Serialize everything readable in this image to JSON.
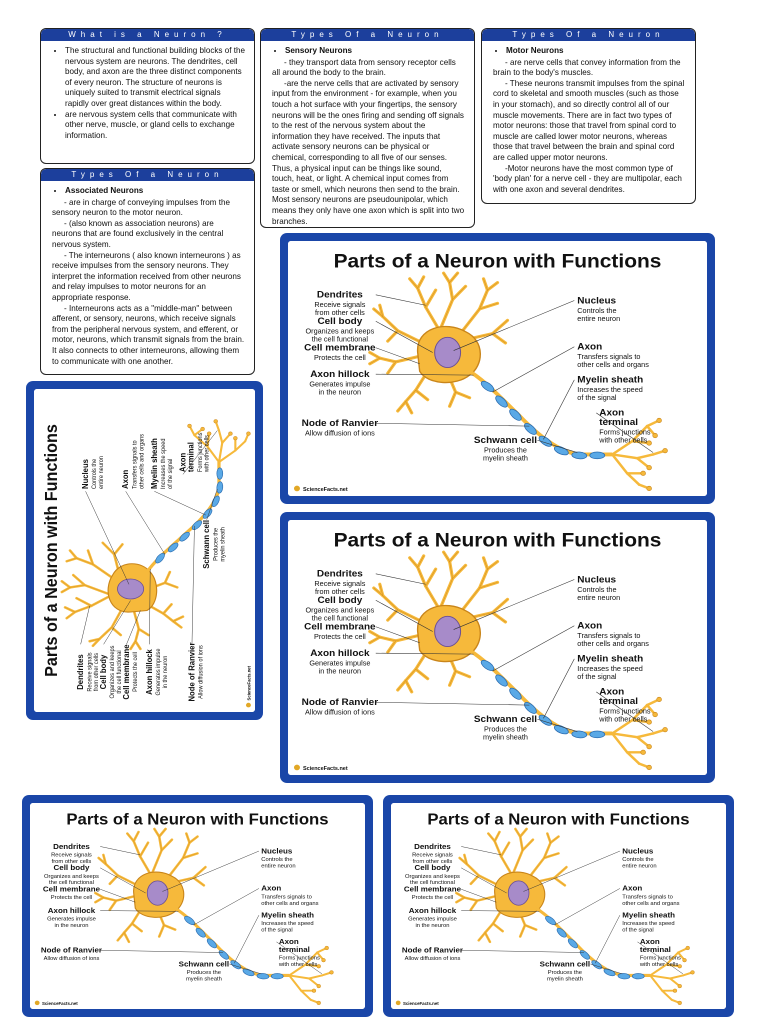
{
  "info": {
    "what": {
      "title": "What is a Neuron ?",
      "bullets": [
        "The structural and functional building blocks of the nervous system are neurons. The dendrites, cell body, and axon are the three distinct components of every neuron. The structure of neurons is uniquely suited to transmit electrical signals rapidly over great distances within the body.",
        "are nervous system cells that communicate with other nerve, muscle, or gland cells to exchange information."
      ]
    },
    "sensory": {
      "title": "Types Of a Neuron",
      "subtitle": "Sensory Neurons",
      "paras": [
        "- they transport data from sensory receptor cells all around the body to the brain.",
        "-are the nerve cells that are activated by sensory input from the environment - for example, when you touch a hot surface with your fingertips, the sensory neurons will be the ones firing and sending off signals to the rest of the nervous system about the information they have received. The inputs that activate sensory neurons can be physical or chemical, corresponding to all five of our senses. Thus, a physical input can be things like sound, touch, heat, or light. A chemical input comes from taste or smell, which neurons then send to the brain. Most sensory neurons are pseudounipolar, which means they only have one axon which is split into two branches."
      ]
    },
    "motor": {
      "title": "Types Of a Neuron",
      "subtitle": "Motor Neurons",
      "paras": [
        "- are nerve cells that convey information from the brain to the body's muscles.",
        "- These neurons transmit impulses from the spinal cord to skeletal and smooth muscles (such as those in your stomach), and so directly control all of our muscle movements. There are in fact two types of motor neurons: those that travel from spinal cord to muscle are called lower motor neurons, whereas those that travel between the brain and spinal cord are called upper motor neurons.",
        "-Motor neurons have the most common type of 'body plan' for a nerve cell - they are multipolar, each with one axon and several dendrites."
      ]
    },
    "associated": {
      "title": "Types Of a Neuron",
      "subtitle": "Associated Neurons",
      "paras": [
        "- are in charge of conveying impulses from the sensory neuron to the motor neuron.",
        "- (also known as association neurons) are neurons that are found exclusively in the central nervous system.",
        "- The interneurons ( also known interneurons ) as receive impulses from the sensory neurons. They interpret the information received from other neurons and relay impulses to motor neurons for an appropriate response.",
        "- Interneurons acts as a \"middle-man\" between afferent, or sensory, neurons, which receive signals from the peripheral nervous system, and efferent, or motor, neurons, which transmit signals from the brain. It also connects to other interneurons, allowing them to communicate with one another."
      ]
    }
  },
  "diagram": {
    "title": "Parts of a Neuron with Functions",
    "credit": "ScienceFacts.net",
    "left_labels": [
      {
        "name": "Dendrites",
        "desc": [
          "Receive signals",
          "from other cells"
        ]
      },
      {
        "name": "Cell body",
        "desc": [
          "Organizes and keeps",
          "the cell functional"
        ]
      },
      {
        "name": "Cell membrane",
        "desc": [
          "Protects the cell"
        ]
      },
      {
        "name": "Axon hillock",
        "desc": [
          "Generates impulse",
          "in the neuron"
        ]
      },
      {
        "name": "Node of Ranvier",
        "desc": [
          "Allow diffusion of ions"
        ]
      }
    ],
    "bottom_label": {
      "name": "Schwann cell",
      "desc": [
        "Produces the",
        "myelin sheath"
      ]
    },
    "right_labels": [
      {
        "name": "Nucleus",
        "desc": [
          "Controls the",
          "entire neuron"
        ]
      },
      {
        "name": "Axon",
        "desc": [
          "Transfers signals to",
          "other cells and organs"
        ]
      },
      {
        "name": "Myelin sheath",
        "desc": [
          "Increases the speed",
          "of the signal"
        ]
      },
      {
        "name": [
          "Axon",
          "terminal"
        ],
        "desc": [
          "Forms junctions",
          "with other cells"
        ]
      }
    ]
  },
  "colors": {
    "card_blue": "#1a46a8",
    "header_blue": "#1c3f9c",
    "neuron_fill": "#f6b93b",
    "neuron_stroke": "#c9851a",
    "nucleus": "#a78bc9",
    "myelin": "#5aa9e6"
  }
}
